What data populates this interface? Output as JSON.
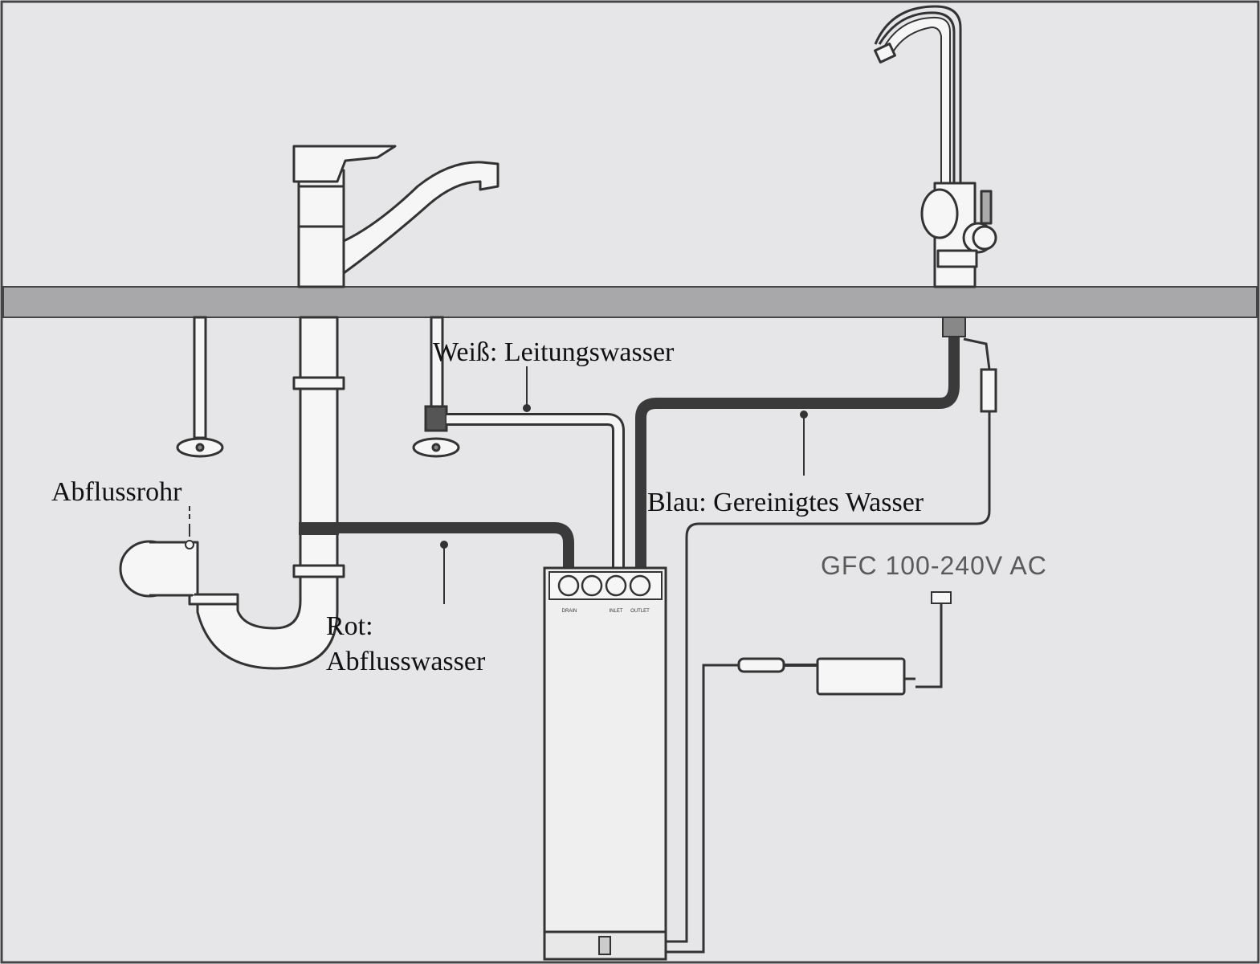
{
  "labels": {
    "white_line": "Weiß: Leitungswasser",
    "blue_line": "Blau: Gereinigtes Wasser",
    "drain_pipe": "Abflussrohr",
    "red_line_1": "Rot:",
    "red_line_2": "Abflusswasser",
    "power_supply": "GFC 100-240V AC"
  },
  "unit_ports": [
    "DRAIN",
    "INLET",
    "OUTLET"
  ],
  "colors": {
    "background": "#e6e5e7",
    "countertop": "#a8a8aa",
    "outline": "#333333",
    "white_tube": "#f4f4f4",
    "dark_tube": "#3a3a3a"
  }
}
